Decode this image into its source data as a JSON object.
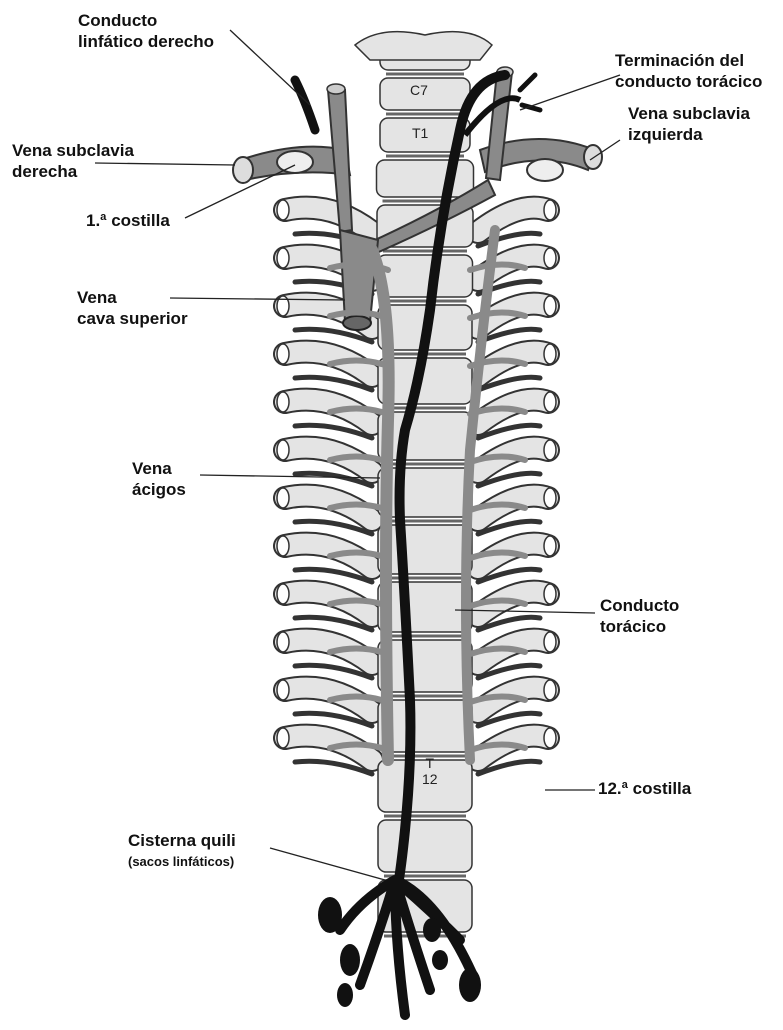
{
  "labels": {
    "right_lymph_duct": [
      "Conducto",
      "linfático derecho"
    ],
    "thoracic_termination": [
      "Terminación del",
      "conducto torácico"
    ],
    "left_subclavian": [
      "Vena subclavia",
      "izquierda"
    ],
    "right_subclavian": [
      "Vena subclavia",
      "derecha"
    ],
    "first_rib": "1.ª costilla",
    "svc": [
      "Vena",
      "cava superior"
    ],
    "azygos": [
      "Vena",
      "ácigos"
    ],
    "thoracic_duct": [
      "Conducto",
      "torácico"
    ],
    "twelfth_rib": "12.ª costilla",
    "cisterna": "Cisterna quili",
    "cisterna_sub": "(sacos linfáticos)"
  },
  "vertebra_labels": {
    "c7": "C7",
    "t1": "T1",
    "t12": [
      "T",
      "12"
    ]
  },
  "colors": {
    "duct": "#111111",
    "vein": "#8a8a8a",
    "bone": "#e4e4e4",
    "stroke": "#333333"
  }
}
